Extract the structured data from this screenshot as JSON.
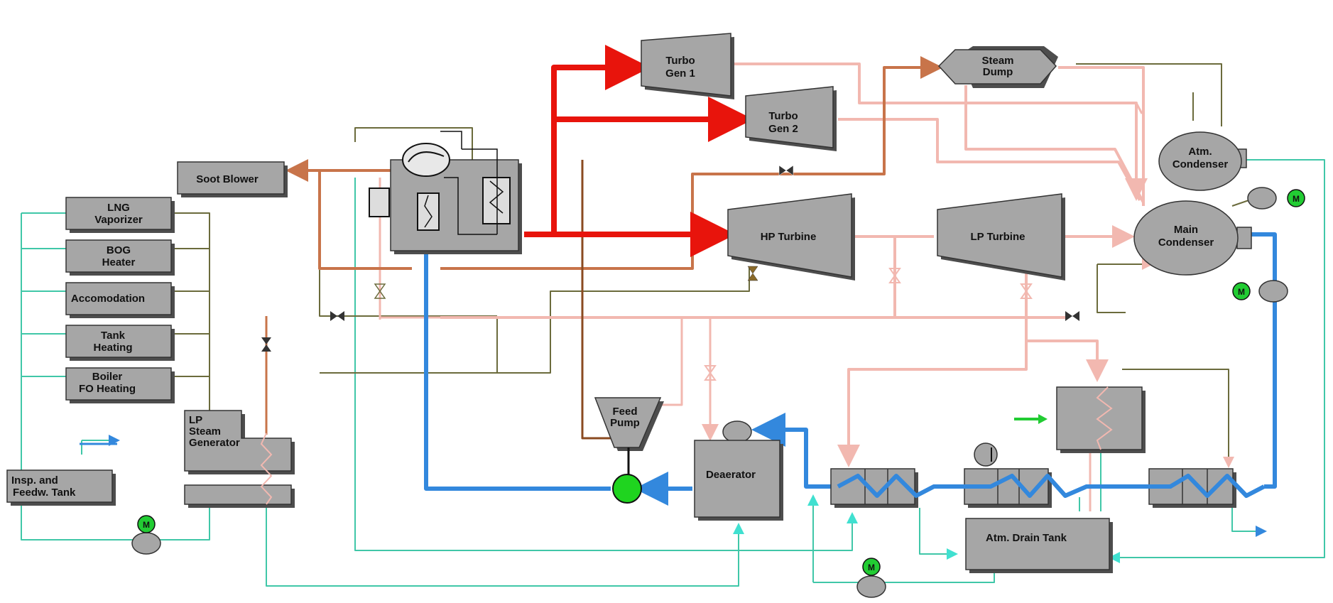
{
  "colors": {
    "main_steam": "#e8140c",
    "aux_steam": "#c8744a",
    "exhaust_steam": "#f2b8b0",
    "feed_water": "#3388dd",
    "drain": "#40c7a8",
    "low_pressure": "#6b6b3c",
    "drain_tank_brown": "#8a4a20",
    "pump": "#1fd41f",
    "equipment": "#a6a6a6",
    "motor": "#22cc33"
  },
  "equipment": {
    "turbo_gen_1": "Turbo\nGen 1",
    "turbo_gen_2": "Turbo\nGen 2",
    "steam_dump": "Steam\nDump",
    "atm_condenser": "Atm.\nCondenser",
    "main_condenser": "Main\nCondenser",
    "hp_turbine": "HP Turbine",
    "lp_turbine": "LP Turbine",
    "soot_blower": "Soot Blower",
    "lng_vaporizer": "LNG\nVaporizer",
    "bog_heater": "BOG\nHeater",
    "accomodation": "Accomodation",
    "tank_heating": "Tank\nHeating",
    "boiler_fo_heating": "Boiler\nFO Heating",
    "lp_steam_generator": "LP\nSteam\nGenerator",
    "insp_feedw_tank": "Insp. and\nFeedw. Tank",
    "feed_pump": "Feed\nPump",
    "deaerator": "Deaerator",
    "atm_drain_tank": "Atm. Drain Tank"
  },
  "motor_label": "M",
  "icons": [
    "boiler-icon",
    "valve-icon",
    "motor-icon",
    "pump-icon",
    "heat-exchanger-icon",
    "arrow-icon"
  ]
}
